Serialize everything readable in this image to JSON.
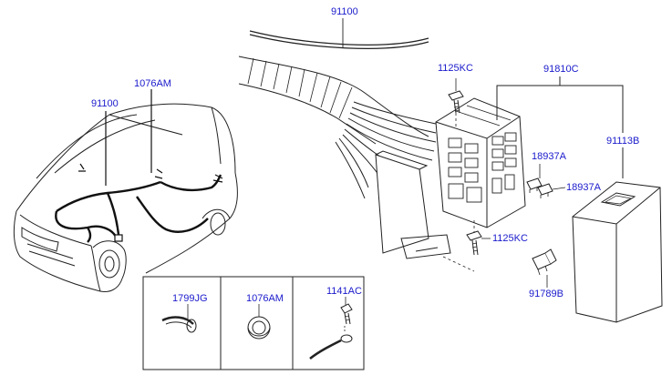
{
  "callouts": {
    "harness_main_top": "91100",
    "grommet_car": "1076AM",
    "harness_car": "91100",
    "bolt_top": "1125KC",
    "junction_box": "91810C",
    "box_cover": "91113B",
    "fuse_top": "18937A",
    "fuse_right": "18937A",
    "bolt_bottom": "1125KC",
    "mini_fuse": "91789B",
    "clip": "1799JG",
    "grommet_box": "1076AM",
    "ground_bolt": "1141AC"
  }
}
